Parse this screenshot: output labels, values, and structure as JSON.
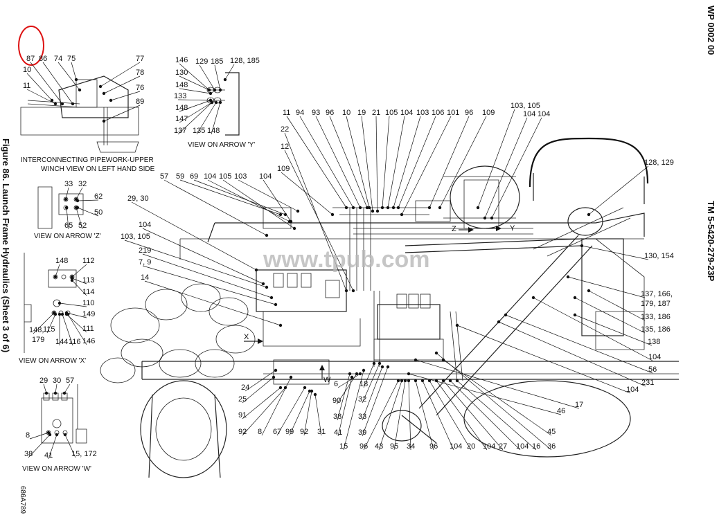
{
  "header": {
    "wp_number": "WP 0002 00",
    "tm_number": "TM 5-5420-279-23P"
  },
  "figure": {
    "title": "Figure 86. Launch Frame Hydraulics (Sheet 3 of 6)"
  },
  "drawing_code": "686A789",
  "watermark": "www.tpub.com",
  "views": {
    "upper_winch": {
      "caption_line1": "INTERCONNECTING PIPEWORK-UPPER",
      "caption_line2": "WINCH VIEW ON LEFT HAND SIDE",
      "callouts": [
        "87",
        "86",
        "74",
        "75",
        "10",
        "11",
        "77",
        "78",
        "76",
        "89"
      ]
    },
    "arrow_y": {
      "caption": "VIEW ON ARROW 'Y'",
      "callouts": [
        "146",
        "129",
        "185",
        "128, 185",
        "130",
        "148",
        "133",
        "148",
        "147",
        "137",
        "135",
        "148"
      ]
    },
    "arrow_z": {
      "caption": "VIEW ON ARROW 'Z'",
      "callouts": [
        "33",
        "32",
        "62",
        "50",
        "65",
        "52"
      ]
    },
    "arrow_x": {
      "caption": "VIEW ON ARROW 'X'",
      "callouts": [
        "148",
        "112",
        "113",
        "114",
        "110",
        "149",
        "148,",
        "179",
        "111",
        "146",
        "115",
        "144",
        "116"
      ]
    },
    "arrow_w": {
      "caption": "VIEW ON ARROW 'W'",
      "callouts": [
        "29",
        "30",
        "57",
        "8",
        "38",
        "41",
        "15, 172"
      ]
    }
  },
  "main_callouts": {
    "top_row": [
      "11",
      "94",
      "93",
      "96",
      "10",
      "19",
      "21",
      "105",
      "104",
      "103",
      "106",
      "101",
      "96",
      "109",
      "103, 105",
      "104",
      "104"
    ],
    "left": [
      "22",
      "12",
      "109",
      "57",
      "59",
      "69",
      "104",
      "105",
      "103",
      "104",
      "29, 30",
      "104",
      "103, 105",
      "219",
      "7, 9",
      "14"
    ],
    "right": [
      "128, 129",
      "130, 154",
      "137, 166,",
      "179, 187",
      "133, 186",
      "135, 186",
      "138",
      "104",
      "56",
      "231",
      "104",
      "17",
      "46",
      "45",
      "36"
    ],
    "bottom": [
      "24",
      "25",
      "91",
      "92",
      "8",
      "67",
      "99",
      "92",
      "31",
      "6",
      "90",
      "18",
      "32",
      "38",
      "33",
      "41",
      "39",
      "15",
      "96",
      "43",
      "95",
      "34",
      "96",
      "104",
      "20",
      "104",
      "27",
      "104",
      "16"
    ],
    "arrow_markers": [
      "X",
      "W",
      "Z",
      "Y"
    ]
  }
}
